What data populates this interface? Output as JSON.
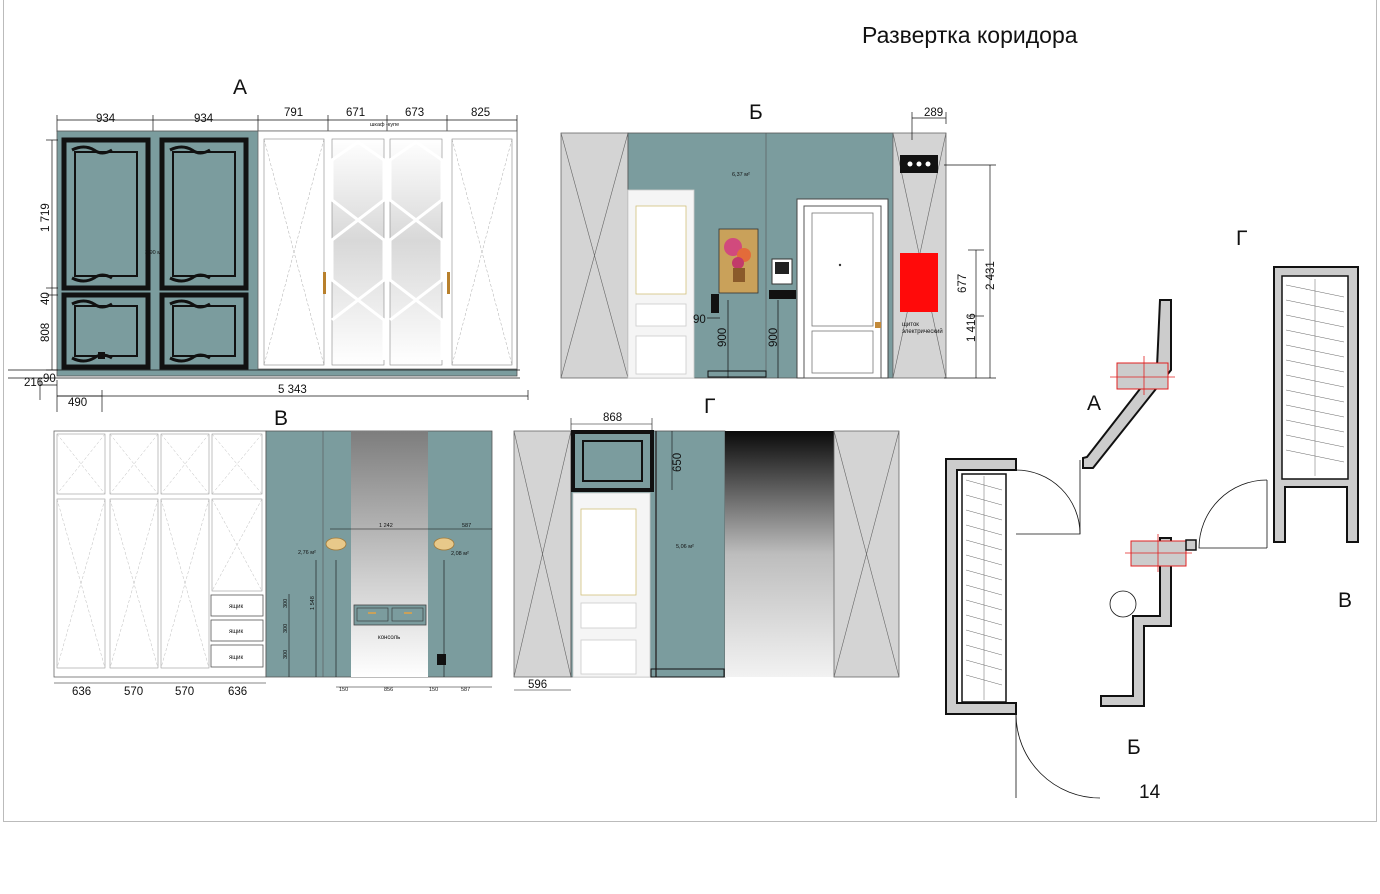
{
  "title": "Развертка коридора",
  "page_number": "14",
  "elevations": {
    "a": {
      "label": "А",
      "dims_top": [
        "934",
        "934",
        "791",
        "671",
        "673",
        "825"
      ],
      "dims_left": [
        "1 719",
        "40",
        "808"
      ],
      "dims_bottom": [
        "216",
        "90",
        "490",
        "5 343"
      ],
      "wardrobe_note": "шкаф -купе",
      "area": "3,90 м²"
    },
    "b": {
      "label": "Б",
      "dim_top": "289",
      "dims_right": [
        "677",
        "1 416",
        "2 431"
      ],
      "dims_inner": [
        "90",
        "900",
        "900"
      ],
      "area": "6,37 м²",
      "panel_note_1": "щиток",
      "panel_note_2": "электрический"
    },
    "v": {
      "label": "В",
      "dims_bottom": [
        "636",
        "570",
        "570",
        "636",
        "150",
        "856",
        "150",
        "587"
      ],
      "dims_inner": [
        "1 242",
        "587",
        "1 548",
        "300",
        "300",
        "300"
      ],
      "areas": [
        "2,76 м²",
        "2,08 м²"
      ],
      "drawer_labels": [
        "ящик",
        "ящик",
        "ящик"
      ],
      "console_label": "консоль"
    },
    "g": {
      "label": "Г",
      "dim_top": "868",
      "dim_vertical": "650",
      "dim_bottom": "596",
      "area": "5,06 м²"
    }
  },
  "plan": {
    "labels": [
      "А",
      "Б",
      "В",
      "Г"
    ]
  }
}
